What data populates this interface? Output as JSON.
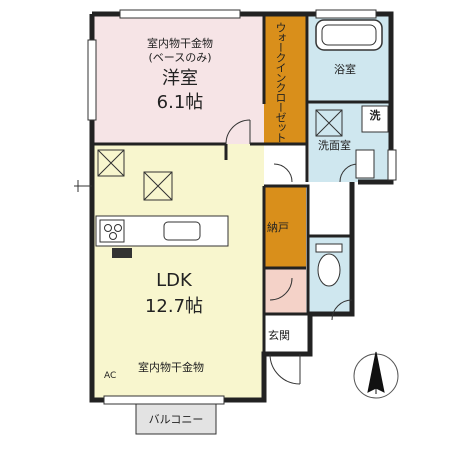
{
  "rooms": {
    "western": {
      "note_line1": "室内物干金物",
      "note_line2": "(ベースのみ)",
      "name": "洋室",
      "size": "6.1帖"
    },
    "walkin_closet": {
      "name": "ウォークインクローゼット"
    },
    "bathroom": {
      "name": "浴室"
    },
    "washroom": {
      "name": "洗面室",
      "washer_mark": "洗"
    },
    "ldk": {
      "name": "LDK",
      "size": "12.7帖",
      "note": "室内物干金物",
      "ac": "AC"
    },
    "storage": {
      "name": "納戸"
    },
    "entrance": {
      "name": "玄関"
    },
    "balcony": {
      "name": "バルコニー"
    }
  },
  "colors": {
    "western_fill": "#f6e4e6",
    "closet_fill": "#d98f1b",
    "bath_fill": "#cfe7ef",
    "ldk_fill": "#f8f6ce",
    "entrance_fill": "#f4d2c8",
    "wall": "#222222"
  }
}
